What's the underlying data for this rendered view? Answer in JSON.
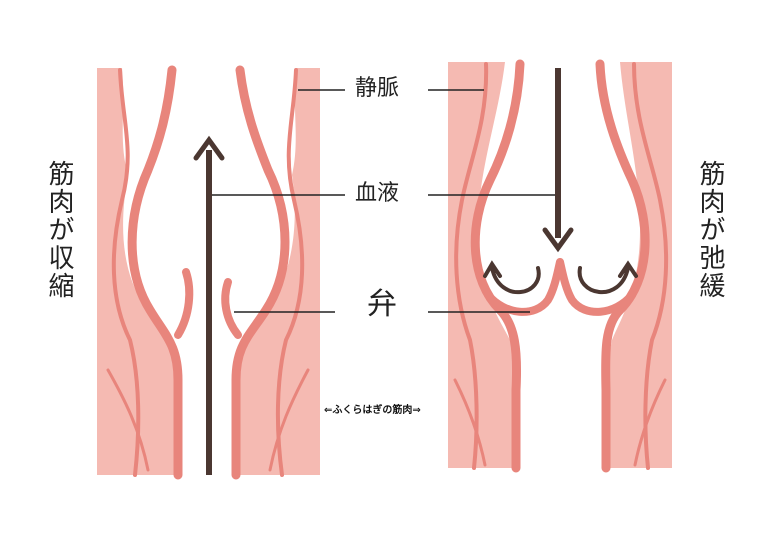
{
  "labels": {
    "vein": "静脈",
    "blood": "血液",
    "valve": "弁",
    "contracted": "筋肉が収縮",
    "relaxed": "筋肉が弛緩",
    "calf_muscle": "⇐ふくらはぎの筋肉⇒"
  },
  "colors": {
    "muscle": "#f5bab2",
    "vein_wall": "#e8857c",
    "arrow": "#4b3731",
    "vein_inside": "#ffffff"
  }
}
